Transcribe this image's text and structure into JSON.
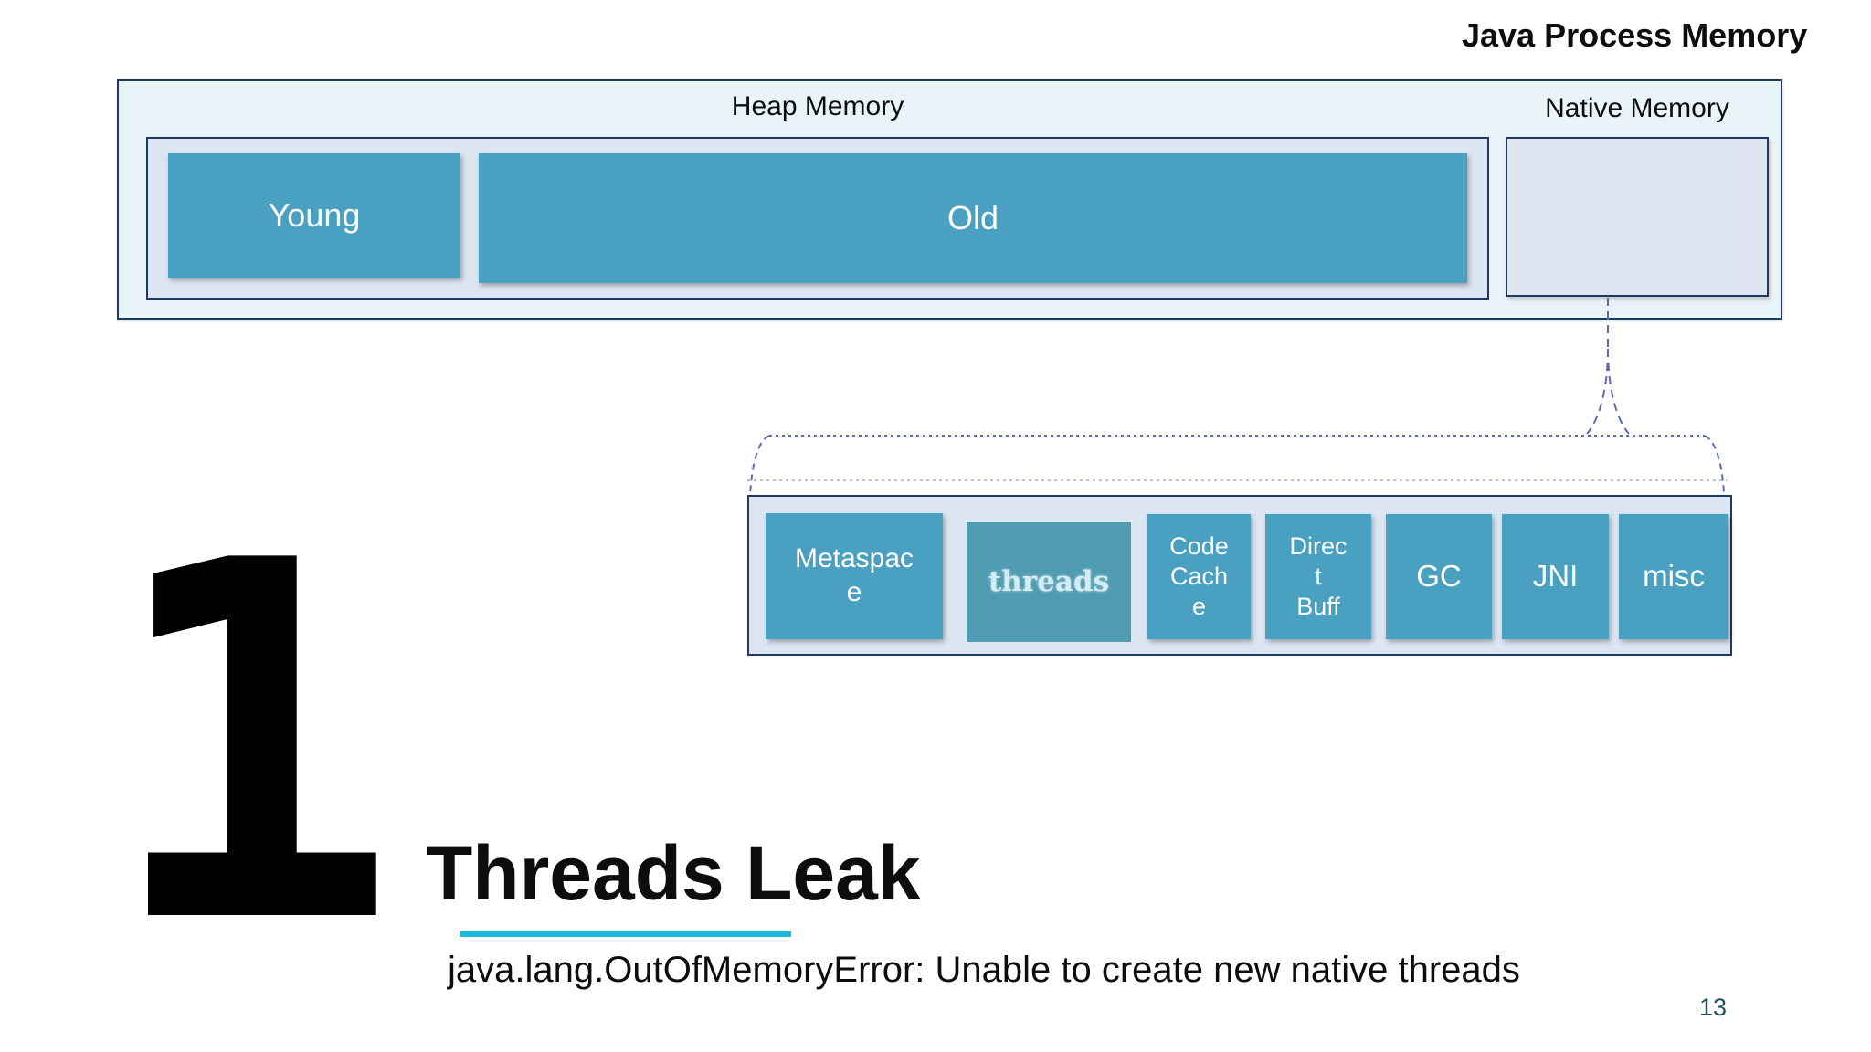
{
  "slide": {
    "title": "Java Process Memory",
    "big_number": "1",
    "heading": "Threads Leak",
    "error_text": "java.lang.OutOfMemoryError: Unable to create new native threads",
    "page_number": "13"
  },
  "memory_diagram": {
    "heap_label": "Heap Memory",
    "native_label": "Native Memory",
    "heap_regions": [
      {
        "label": "Young"
      },
      {
        "label": "Old"
      }
    ]
  },
  "native_regions": [
    {
      "label": "Metaspace",
      "display": "Metaspac\ne"
    },
    {
      "label": "threads",
      "display": "threads"
    },
    {
      "label": "Code Cache",
      "display": "Code\nCach\ne"
    },
    {
      "label": "Direct Buff",
      "display": "Direc\nt\nBuff"
    },
    {
      "label": "GC",
      "display": "GC"
    },
    {
      "label": "JNI",
      "display": "JNI"
    },
    {
      "label": "misc",
      "display": "misc"
    }
  ],
  "colors": {
    "region_teal": "#4AA0C0",
    "threads_teal": "#4F9CB2",
    "box_border_navy": "#203A5F",
    "outer_box_bg": "#E9F4F9",
    "inner_box_bg": "#DCE5F1",
    "dashed_connector": "#5C6BB4",
    "heading_underline": "#1BB8D9",
    "page_number_color": "#1D525E"
  }
}
